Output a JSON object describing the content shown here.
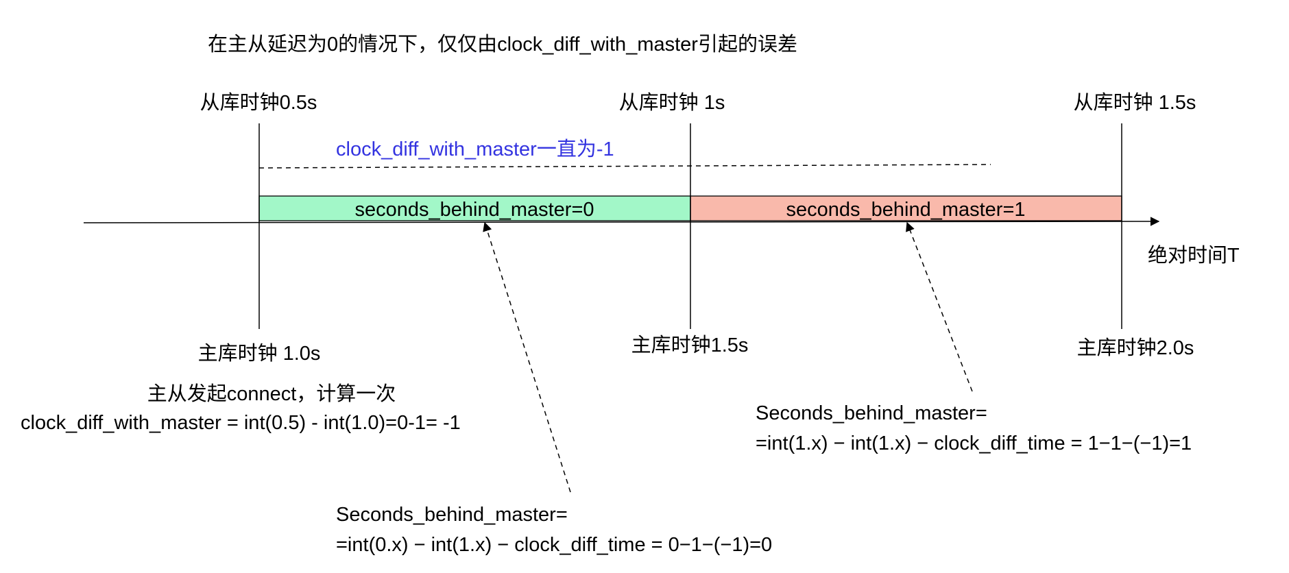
{
  "title": "在主从延迟为0的情况下，仅仅由clock_diff_with_master引起的误差",
  "slave_clock_labels": [
    "从库时钟0.5s",
    "从库时钟 1s",
    "从库时钟 1.5s"
  ],
  "master_clock_labels": [
    "主库时钟 1.0s",
    "主库时钟1.5s",
    "主库时钟2.0s"
  ],
  "clock_diff_note": "clock_diff_with_master一直为-1",
  "segments": [
    {
      "label": "seconds_behind_master=0",
      "color": "#a2f7c8"
    },
    {
      "label": "seconds_behind_master=1",
      "color": "#f9b9ab"
    }
  ],
  "time_axis_label": "绝对时间T",
  "connect_note": {
    "line1": "主从发起connect，计算一次",
    "line2": "clock_diff_with_master = int(0.5) - int(1.0)=0-1= -1"
  },
  "formula_left": {
    "line1": "Seconds_behind_master=",
    "line2": "=int(0.x) − int(1.x) − clock_diff_time = 0−1−(−1)=0"
  },
  "formula_right": {
    "line1": "Seconds_behind_master=",
    "line2": "=int(1.x) − int(1.x) − clock_diff_time = 1−1−(−1)=1"
  },
  "colors": {
    "note_blue": "#3333e0",
    "line": "#000000"
  }
}
